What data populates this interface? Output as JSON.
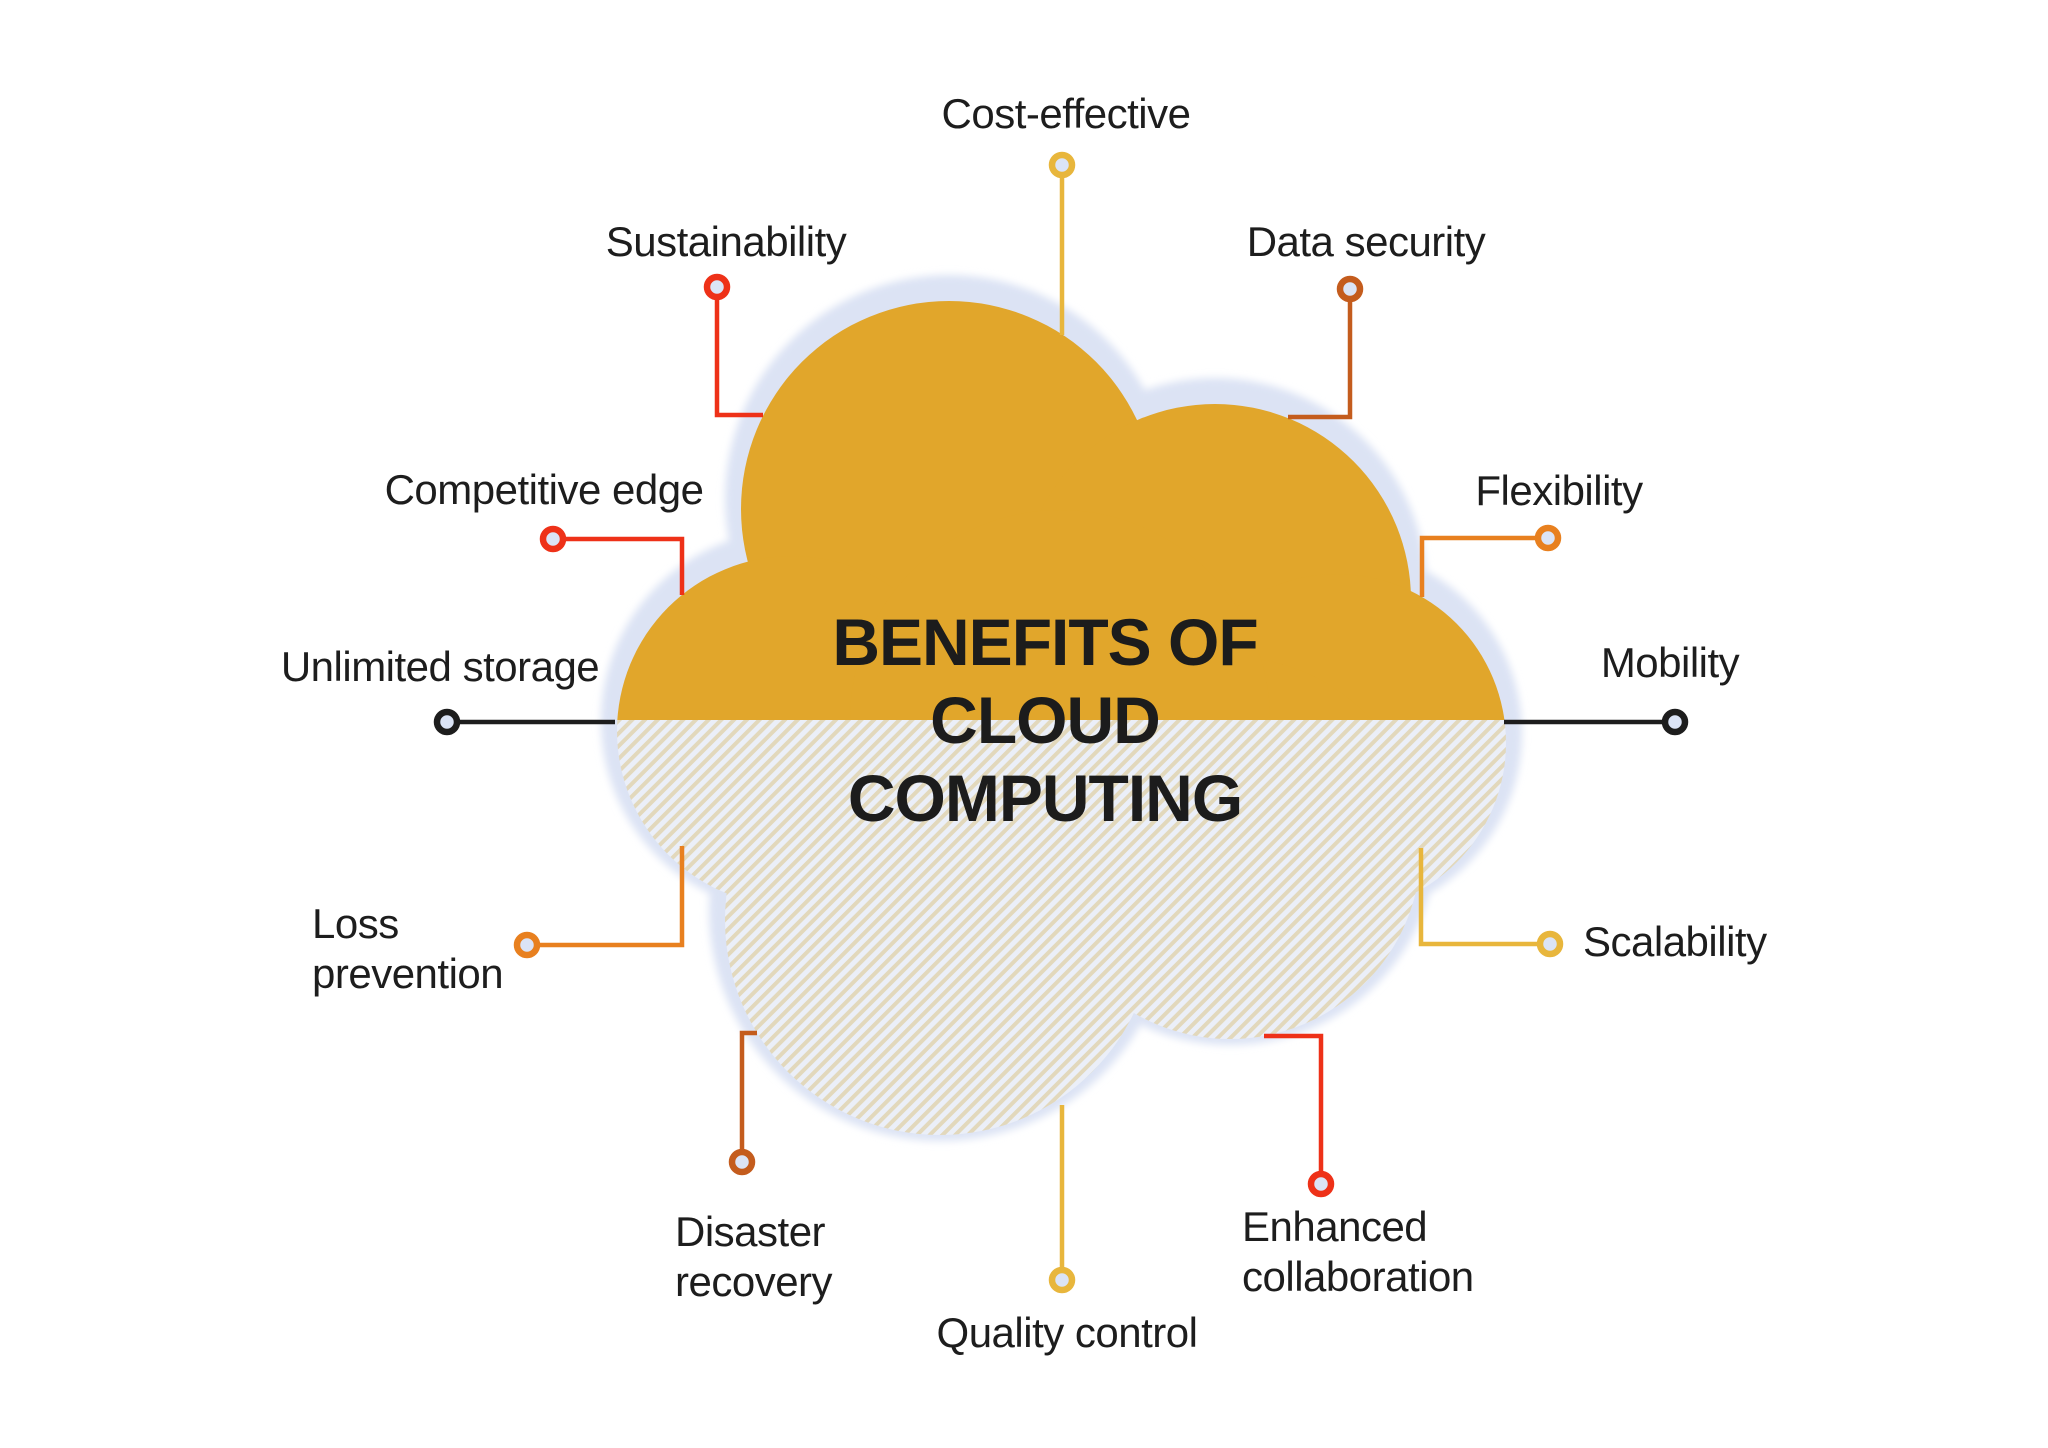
{
  "title": {
    "line1": "BENEFITS OF",
    "line2": "CLOUD",
    "line3": "COMPUTING"
  },
  "colors": {
    "cloud_gold": "#E1A62B",
    "cloud_shadow": "#DCE3F4",
    "stripe_tan": "#E2D8BC",
    "stripe_blue": "#EBEFF8",
    "ring_inner_fill": "#DBE4F6",
    "text": "#1D1D1D"
  },
  "benefits": [
    {
      "label": "Cost-effective",
      "color": "#E8B63C"
    },
    {
      "label": "Sustainability",
      "color": "#EE3118"
    },
    {
      "label": "Data security",
      "color": "#C45C1D"
    },
    {
      "label": "Competitive edge",
      "color": "#EE3118"
    },
    {
      "label": "Flexibility",
      "color": "#E8801F"
    },
    {
      "label": "Unlimited storage",
      "color": "#1D1D1D"
    },
    {
      "label": "Mobility",
      "color": "#1D1D1D"
    },
    {
      "label": "Loss prevention",
      "color": "#E8801F"
    },
    {
      "label": "Scalability",
      "color": "#E8B63C"
    },
    {
      "label": "Disaster recovery",
      "color": "#C45C1D"
    },
    {
      "label": "Quality control",
      "color": "#E8B63C"
    },
    {
      "label": "Enhanced collaboration",
      "color": "#EE3118"
    }
  ]
}
